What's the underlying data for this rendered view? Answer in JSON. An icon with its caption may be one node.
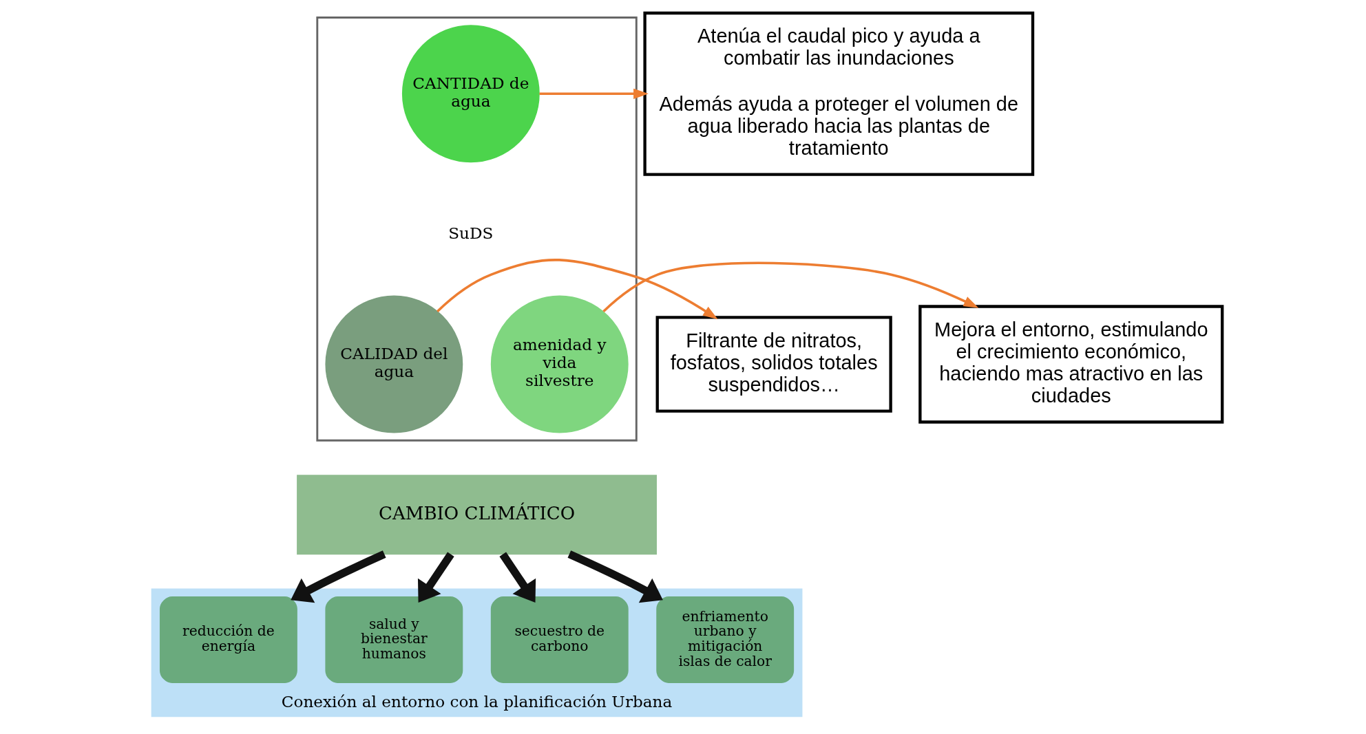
{
  "diagram": {
    "nodes": [
      {
        "text": [],
        "shape": "triangle"
      },
      {
        "text": [
          "CANTIDAD de agua"
        ],
        "in": 0
      },
      {
        "text": [
          "CALIDAD del agua"
        ],
        "in": 0
      },
      {
        "text": [
          "amenidad y vida silvestre"
        ],
        "in": 0
      },
      {
        "text": [
          "CAMBIO CLIMÁTICO"
        ]
      },
      {
        "text": [
          "Conexión al entorno con la planificación Urbana"
        ]
      },
      {
        "text": [
          "enfriamento urbano y mitigación islas de calor"
        ],
        "in": 5
      },
      {
        "text": [
          "secuestro de carbono"
        ],
        "in": 5
      },
      {
        "text": [
          "salud y bienestar humanos"
        ],
        "in": 5
      },
      {
        "text": [
          "reducción de energía"
        ],
        "in": 5
      },
      {
        "text": [
          "Filtrante de nitratos, fosfatos, solidos totales suspendidos…"
        ]
      },
      {
        "text": [
          "Atenúa el caudal pico y ayuda a combatir las inundaciones",
          "Además ayuda a proteger el volumen de agua liberado hacia las plantas de tratamiento"
        ]
      },
      {
        "text": [
          "Mejora el entorno, estimulando el crecimiento económico, haciendo mas atractivo en las ciudades"
        ]
      }
    ],
    "edges": [
      {
        "from": 2,
        "to": 10,
        "arrow": "to",
        "color": "#ed7d31"
      },
      {
        "from": 1,
        "to": 11,
        "arrow": "to",
        "color": "#ed7d31"
      },
      {
        "from": 3,
        "to": 12,
        "arrow": "to",
        "color": "#ed7d31"
      },
      {
        "from": 4,
        "to": 6,
        "arrow": "to"
      },
      {
        "from": 4,
        "to": 7,
        "arrow": "to"
      },
      {
        "from": 4,
        "to": 8,
        "arrow": "to"
      },
      {
        "from": 4,
        "to": 9,
        "arrow": "to"
      }
    ],
    "labels": [
      "SuDS"
    ]
  }
}
